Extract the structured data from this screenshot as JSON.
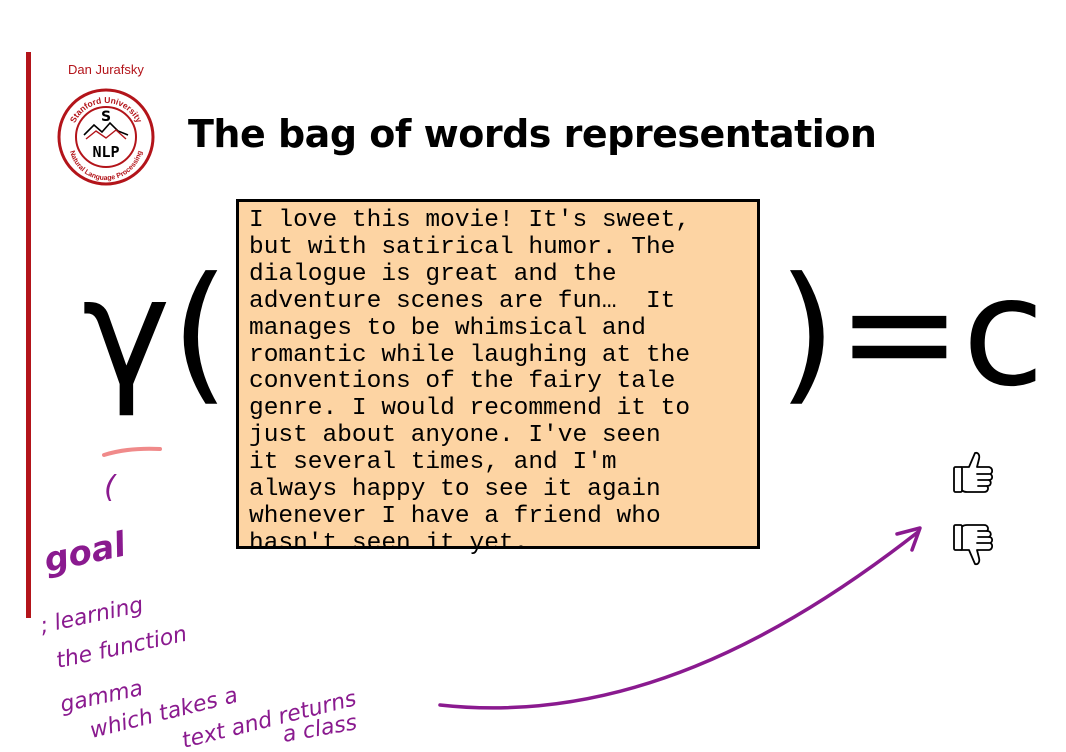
{
  "header": {
    "author": "Dan Jurafsky",
    "title": "The bag of words representation"
  },
  "logo": {
    "top_text": "Stanford University",
    "bottom_text": "Natural Language Processing",
    "center_text": "NLP",
    "letter": "S",
    "color": "#b3141a"
  },
  "formula": {
    "lhs": "γ(",
    "rhs": ")=c"
  },
  "review": {
    "text": "I love this movie! It's sweet,\nbut with satirical humor. The\ndialogue is great and the\nadventure scenes are fun…  It\nmanages to be whimsical and\nromantic while laughing at the\nconventions of the fairy tale\ngenre. I would recommend it to\njust about anyone. I've seen\nit several times, and I'm\nalways happy to see it again\nwhenever I have a friend who\nhasn't seen it yet.",
    "background": "#fdd4a3"
  },
  "icons": {
    "thumbs_up": "thumbs-up-icon",
    "thumbs_down": "thumbs-down-icon"
  },
  "annotation": {
    "ink_color": "#8a1a8f",
    "lines": [
      "(",
      "goal",
      "; learning",
      "the function",
      "gamma",
      "which takes a",
      "text and returns",
      "a class"
    ]
  }
}
